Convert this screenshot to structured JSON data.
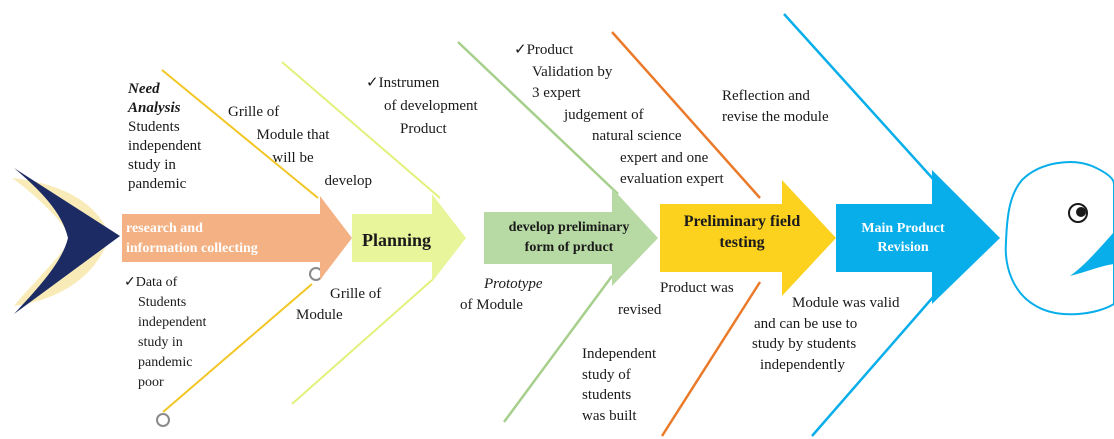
{
  "colors": {
    "stage1": "#f4b183",
    "stage2": "#e8f59a",
    "stage3": "#b7d9a4",
    "stage4": "#fcd21f",
    "stage5": "#08aeea",
    "bone1": "#f2c624",
    "bone2": "#e3f07a",
    "bone3": "#a6cf8c",
    "bone4": "#ea7a2a",
    "bone5": "#08aeea",
    "tail": "#1c2b63"
  },
  "stages": {
    "s1_line1": "research and",
    "s1_line2": "information collecting",
    "s2": "Planning",
    "s3_line1": "develop preliminary",
    "s3_line2": "form of prduct",
    "s4_line1": "Preliminary field",
    "s4_line2": "testing",
    "s5_line1": "Main Product",
    "s5_line2": "Revision"
  },
  "top": {
    "need_title_1": "Need",
    "need_title_2": "Analysis",
    "need_1": "Students",
    "need_2": "independent",
    "need_3": "study in",
    "need_4": "pandemic",
    "grille_1": "Grille of",
    "grille_2": "Module that",
    "grille_3": "will be",
    "grille_4": "develop",
    "instr_1": "✓Instrumen",
    "instr_2": "of development",
    "instr_3": "Product",
    "valid_1": "✓Product",
    "valid_2": "Validation by",
    "valid_3": "3 expert",
    "valid_4": "judgement of",
    "valid_5": "natural science",
    "valid_6": "expert and one",
    "valid_7": "evaluation expert",
    "refl_1": "Reflection and",
    "refl_2": "revise the module"
  },
  "bottom": {
    "data_1": "✓Data of",
    "data_2": "Students",
    "data_3": "independent",
    "data_4": "study in",
    "data_5": "pandemic",
    "data_6": "poor",
    "grille_1": "Grille of",
    "grille_2": "Module",
    "proto_1": "Prototype",
    "proto_2": "of Module",
    "revised_1": "Product was",
    "revised_2": "revised",
    "indep_1": "Independent",
    "indep_2": "study of",
    "indep_3": "students",
    "indep_4": "was built",
    "valid_1": "Module was  valid",
    "valid_2": "and can be use to",
    "valid_3": "study by students",
    "valid_4": "independently"
  }
}
